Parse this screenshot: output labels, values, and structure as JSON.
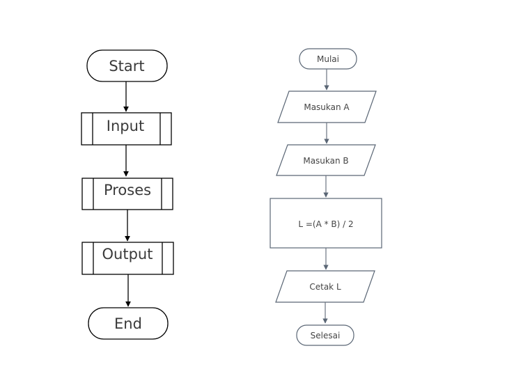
{
  "left_flowchart": {
    "start": "Start",
    "input": "Input",
    "process": "Proses",
    "output": "Output",
    "end": "End"
  },
  "right_flowchart": {
    "start": "Mulai",
    "input_a": "Masukan A",
    "input_b": "Masukan B",
    "process": "L =(A * B) / 2",
    "output": "Cetak L",
    "end": "Selesai"
  },
  "colors": {
    "left_stroke": "#000000",
    "right_stroke": "#5a6675",
    "text": "#3a3a3a"
  }
}
